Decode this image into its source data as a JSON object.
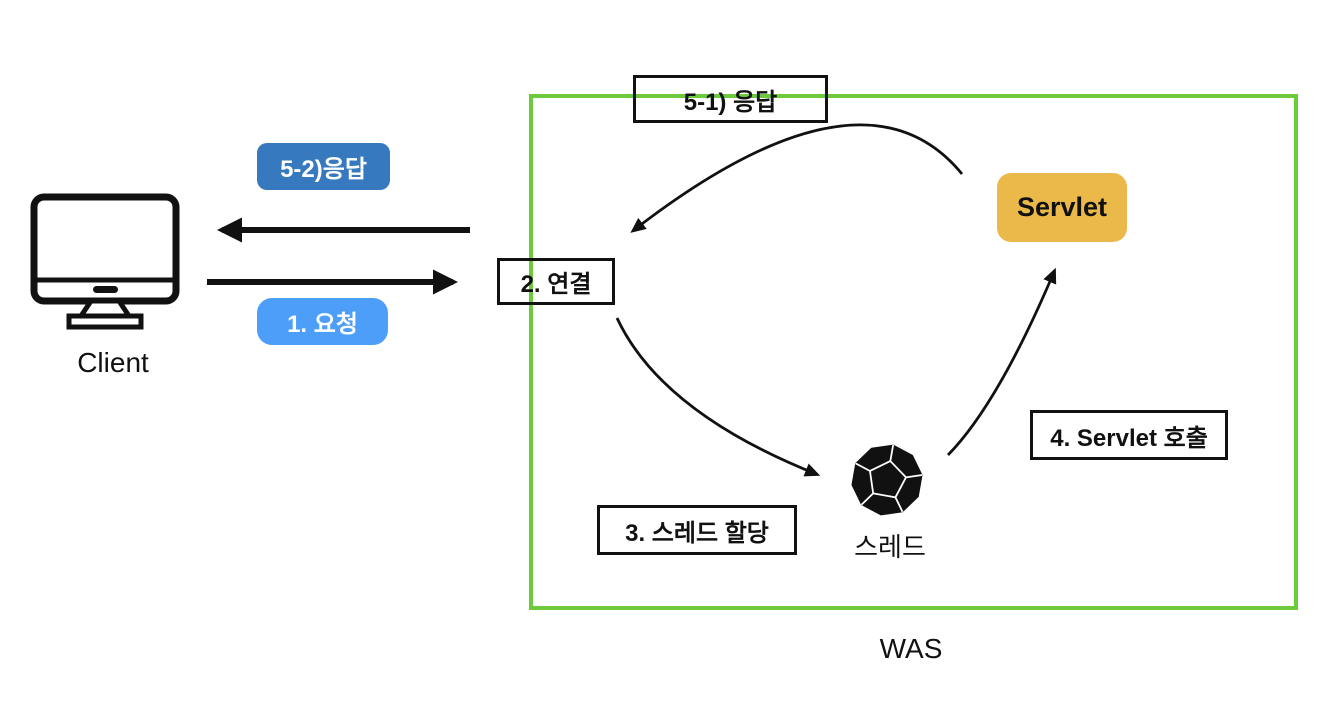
{
  "diagram": {
    "client": {
      "label": "Client"
    },
    "flow": {
      "request_badge": "1. 요청",
      "response_badge": "5-2)응답",
      "connect_box": "2. 연결",
      "thread_alloc_box": "3. 스레드 할당",
      "servlet_call_box": "4. Servlet 호출",
      "response_inner_box": "5-1) 응답"
    },
    "was": {
      "label": "WAS",
      "servlet_label": "Servlet",
      "thread_label": "스레드"
    },
    "colors": {
      "was_border": "#6BCB3D",
      "servlet_bg": "#EBB84A",
      "response_badge_bg": "#3779BE",
      "request_badge_bg": "#4C9EF8",
      "line": "#111111"
    }
  }
}
